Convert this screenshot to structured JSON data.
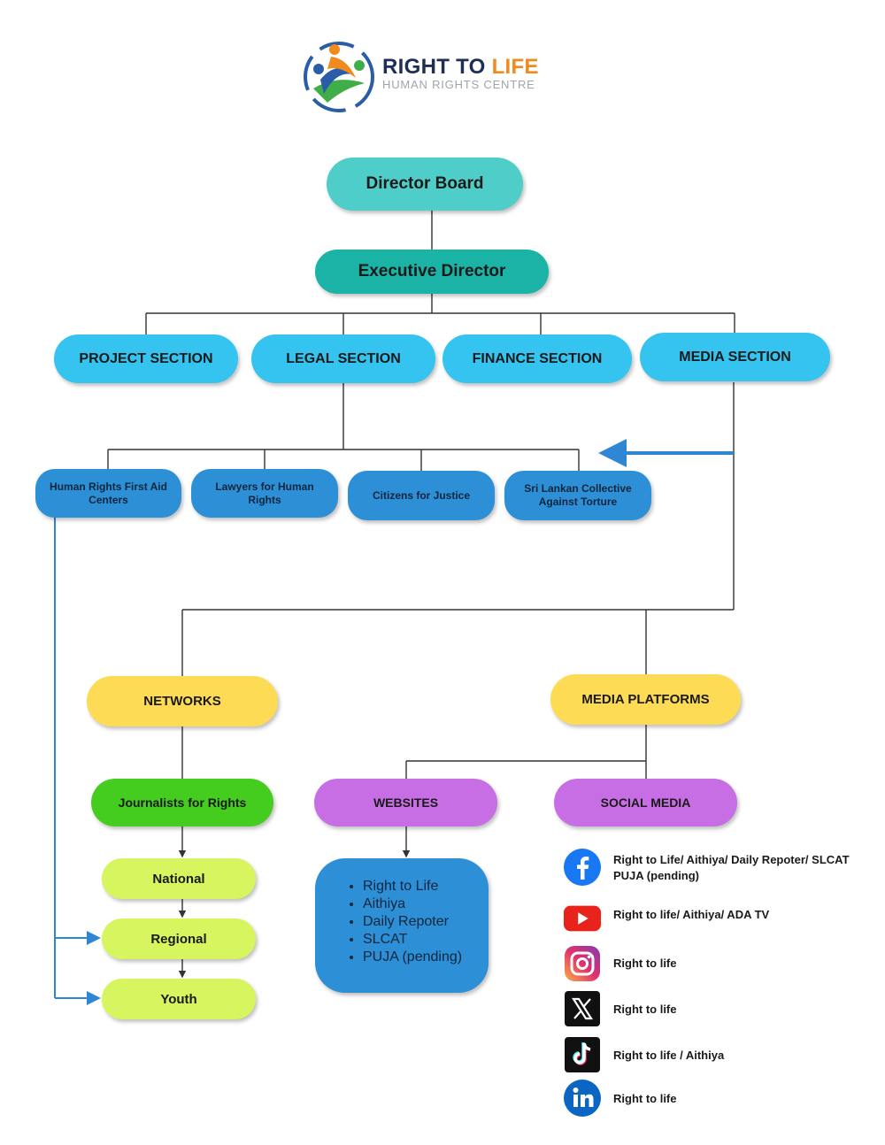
{
  "header": {
    "brand_title_part1": "RIGHT TO",
    "brand_title_part2": "LIFE",
    "brand_subtitle": "HUMAN RIGHTS CENTRE"
  },
  "top": {
    "director_board": "Director Board",
    "executive_director": "Executive Director"
  },
  "sections": [
    {
      "label": "PROJECT SECTION"
    },
    {
      "label": "LEGAL SECTION"
    },
    {
      "label": "FINANCE SECTION"
    },
    {
      "label": "MEDIA SECTION"
    }
  ],
  "programs": [
    {
      "label": "Human Rights First Aid Centers"
    },
    {
      "label": "Lawyers  for Human Rights"
    },
    {
      "label": "Citizens for Justice"
    },
    {
      "label": "Sri Lankan Collective Against Torture"
    }
  ],
  "networks": {
    "label": "NETWORKS",
    "journalists": "Journalists for Rights",
    "levels": [
      "National",
      "Regional",
      "Youth"
    ]
  },
  "media_platforms": {
    "label": "MEDIA PLATFORMS",
    "websites_label": "WEBSITES",
    "social_media_label": "SOCIAL MEDIA",
    "websites": [
      "Right to Life",
      "Aithiya",
      "Daily Repoter",
      "SLCAT",
      "PUJA (pending)"
    ]
  },
  "social": [
    {
      "icon": "facebook-icon",
      "text": "Right to Life/ Aithiya/ Daily Repoter/ SLCAT PUJA (pending)"
    },
    {
      "icon": "youtube-icon",
      "text": "Right to life/ Aithiya/ ADA TV"
    },
    {
      "icon": "instagram-icon",
      "text": "Right to life"
    },
    {
      "icon": "x-icon",
      "text": "Right to life"
    },
    {
      "icon": "tiktok-icon",
      "text": "Right to life / Aithiya"
    },
    {
      "icon": "linkedin-icon",
      "text": "Right to life"
    }
  ],
  "colors": {
    "teal_light": "#4ecdc9",
    "teal_dark": "#1bb3a6",
    "section_blue": "#35c3ef",
    "program_blue": "#2d8fd6",
    "yellow": "#fddb55",
    "green": "#44cc1f",
    "lime": "#d6f55e",
    "purple": "#c86ee4",
    "arrow_blue": "#2f86d4"
  }
}
